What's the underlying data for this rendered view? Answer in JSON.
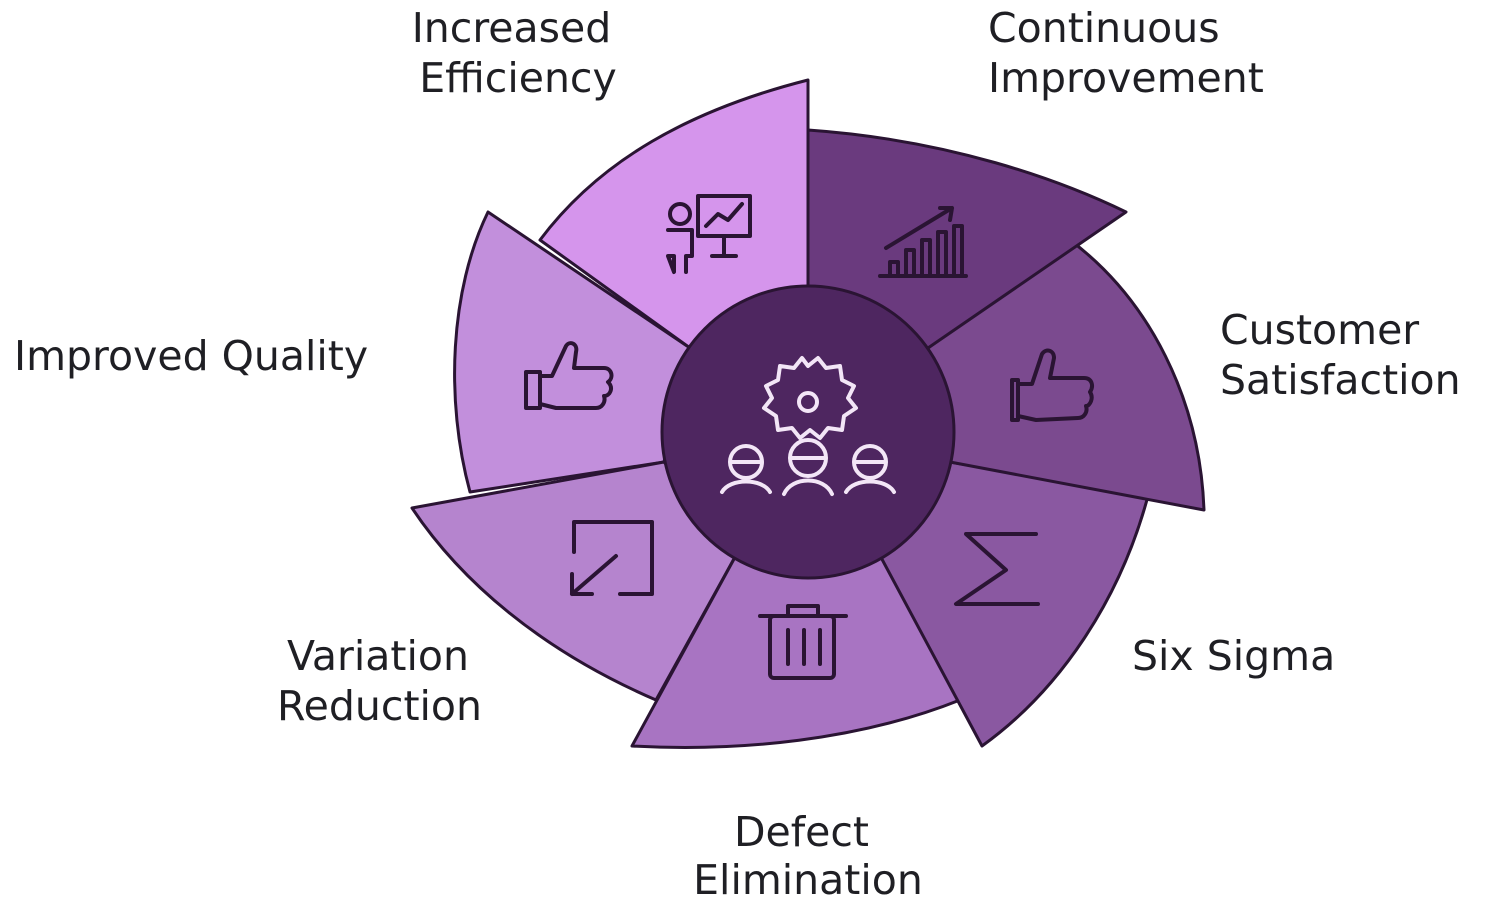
{
  "labels": {
    "increased_efficiency": [
      "Increased",
      "Efficiency"
    ],
    "continuous_improvement": [
      "Continuous",
      "Improvement"
    ],
    "customer_satisfaction": [
      "Customer",
      "Satisfaction"
    ],
    "six_sigma": [
      "Six Sigma"
    ],
    "defect_elimination": [
      "Defect",
      "Elimination"
    ],
    "variation_reduction": [
      "Variation",
      "Reduction"
    ],
    "improved_quality": [
      "Improved Quality"
    ]
  },
  "colors": {
    "increased_efficiency": "#d595ec",
    "continuous_improvement": "#6a3a7e",
    "customer_satisfaction": "#7b4a8f",
    "six_sigma": "#8a58a1",
    "defect_elimination": "#a874c2",
    "variation_reduction": "#b584ce",
    "improved_quality": "#c28fdc",
    "center": "#4e2660",
    "outline": "#2a1433"
  },
  "icons": {
    "increased_efficiency": "presenter-chart-icon",
    "continuous_improvement": "bar-chart-growth-icon",
    "customer_satisfaction": "thumbs-up-icon",
    "six_sigma": "sigma-icon",
    "defect_elimination": "trash-icon",
    "variation_reduction": "shrink-arrow-icon",
    "improved_quality": "thumbs-up-icon",
    "center": "team-gear-icon"
  }
}
